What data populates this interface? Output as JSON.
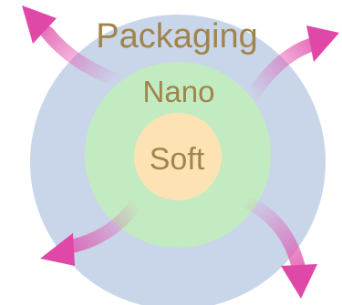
{
  "rings": {
    "outer": {
      "label": "Packaging",
      "color": "#c9d6ea"
    },
    "middle": {
      "label": "Nano",
      "color": "#c3ebc1"
    },
    "inner": {
      "label": "Soft",
      "color": "#fde3b4"
    }
  },
  "label_color": "#a0844b",
  "arrow_color": "#e048a8"
}
